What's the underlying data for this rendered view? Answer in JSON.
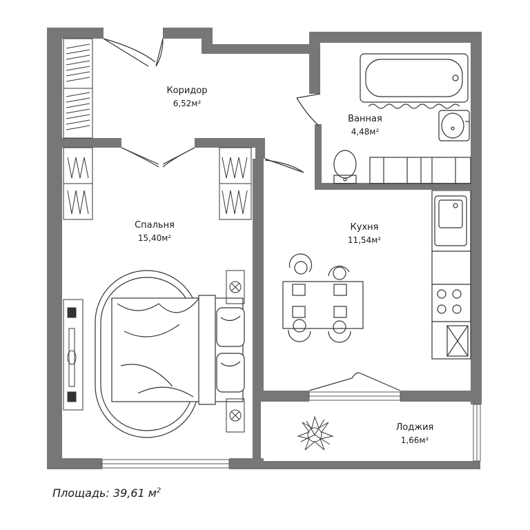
{
  "rooms": [
    {
      "id": "koridor",
      "name": "Коридор",
      "area": "6,52м²"
    },
    {
      "id": "vannaya",
      "name": "Ванная",
      "area": "4,48м²"
    },
    {
      "id": "spalnya",
      "name": "Спальня",
      "area": "15,40м²"
    },
    {
      "id": "kukhnya",
      "name": "Кухня",
      "area": "11,54м²"
    },
    {
      "id": "lodzhiya",
      "name": "Лоджия",
      "area": "1,66м²"
    }
  ],
  "total": {
    "label": "Площадь: 39,61 м",
    "sup": "2"
  },
  "colors": {
    "wall": "#777777",
    "line": "#333333",
    "background": "#ffffff"
  }
}
